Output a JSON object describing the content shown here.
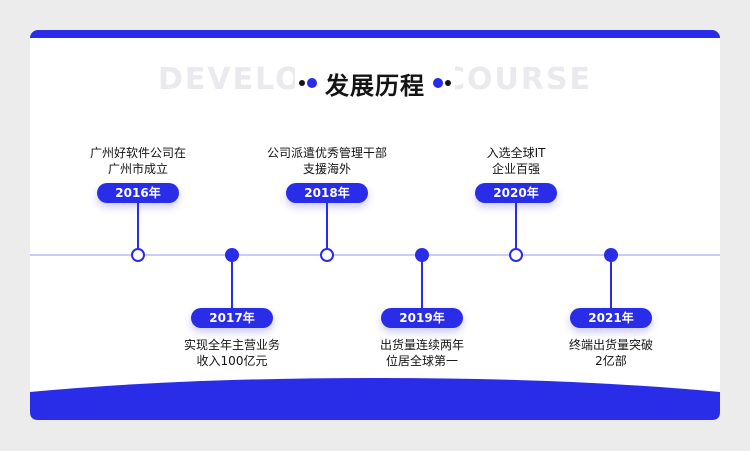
{
  "header": {
    "title": "发展历程",
    "watermark": "DEVELOPMENT COURSE"
  },
  "events": [
    {
      "year": "2016年",
      "line1": "广州好软件公司在",
      "line2": "广州市成立"
    },
    {
      "year": "2017年",
      "line1": "实现全年主营业务",
      "line2": "收入100亿元"
    },
    {
      "year": "2018年",
      "line1": "公司派遣优秀管理干部",
      "line2": "支援海外"
    },
    {
      "year": "2019年",
      "line1": "出货量连续两年",
      "line2": "位居全球第一"
    },
    {
      "year": "2020年",
      "line1": "入选全球IT",
      "line2": "企业百强"
    },
    {
      "year": "2021年",
      "line1": "终端出货量突破",
      "line2": "2亿部"
    }
  ],
  "colors": {
    "accent": "#2a2de8",
    "background": "#ececed",
    "axis": "#c9ccf6"
  }
}
